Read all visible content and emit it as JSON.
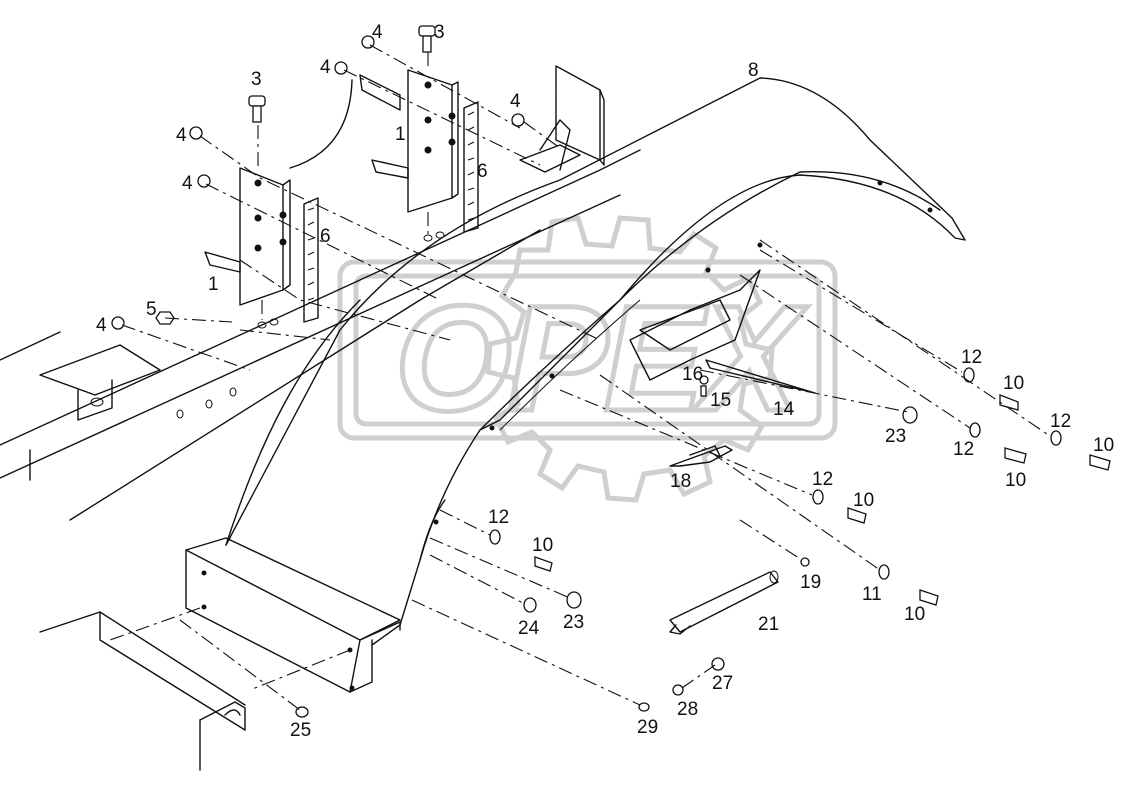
{
  "watermark": {
    "text": "OPEX"
  },
  "callouts": [
    {
      "id": "c1a",
      "text": "1"
    },
    {
      "id": "c1b",
      "text": "1"
    },
    {
      "id": "c3a",
      "text": "3"
    },
    {
      "id": "c3b",
      "text": "3"
    },
    {
      "id": "c4a",
      "text": "4"
    },
    {
      "id": "c4b",
      "text": "4"
    },
    {
      "id": "c4c",
      "text": "4"
    },
    {
      "id": "c4d",
      "text": "4"
    },
    {
      "id": "c4e",
      "text": "4"
    },
    {
      "id": "c4f",
      "text": "4"
    },
    {
      "id": "c5",
      "text": "5"
    },
    {
      "id": "c6a",
      "text": "6"
    },
    {
      "id": "c6b",
      "text": "6"
    },
    {
      "id": "c8",
      "text": "8"
    },
    {
      "id": "c10a",
      "text": "10"
    },
    {
      "id": "c10b",
      "text": "10"
    },
    {
      "id": "c10c",
      "text": "10"
    },
    {
      "id": "c10d",
      "text": "10"
    },
    {
      "id": "c10e",
      "text": "10"
    },
    {
      "id": "c10f",
      "text": "10"
    },
    {
      "id": "c11",
      "text": "11"
    },
    {
      "id": "c12a",
      "text": "12"
    },
    {
      "id": "c12b",
      "text": "12"
    },
    {
      "id": "c12c",
      "text": "12"
    },
    {
      "id": "c12d",
      "text": "12"
    },
    {
      "id": "c12e",
      "text": "12"
    },
    {
      "id": "c14",
      "text": "14"
    },
    {
      "id": "c15",
      "text": "15"
    },
    {
      "id": "c16",
      "text": "16"
    },
    {
      "id": "c18",
      "text": "18"
    },
    {
      "id": "c19",
      "text": "19"
    },
    {
      "id": "c21",
      "text": "21"
    },
    {
      "id": "c23a",
      "text": "23"
    },
    {
      "id": "c23b",
      "text": "23"
    },
    {
      "id": "c24",
      "text": "24"
    },
    {
      "id": "c25",
      "text": "25"
    },
    {
      "id": "c27",
      "text": "27"
    },
    {
      "id": "c28",
      "text": "28"
    },
    {
      "id": "c29",
      "text": "29"
    }
  ]
}
